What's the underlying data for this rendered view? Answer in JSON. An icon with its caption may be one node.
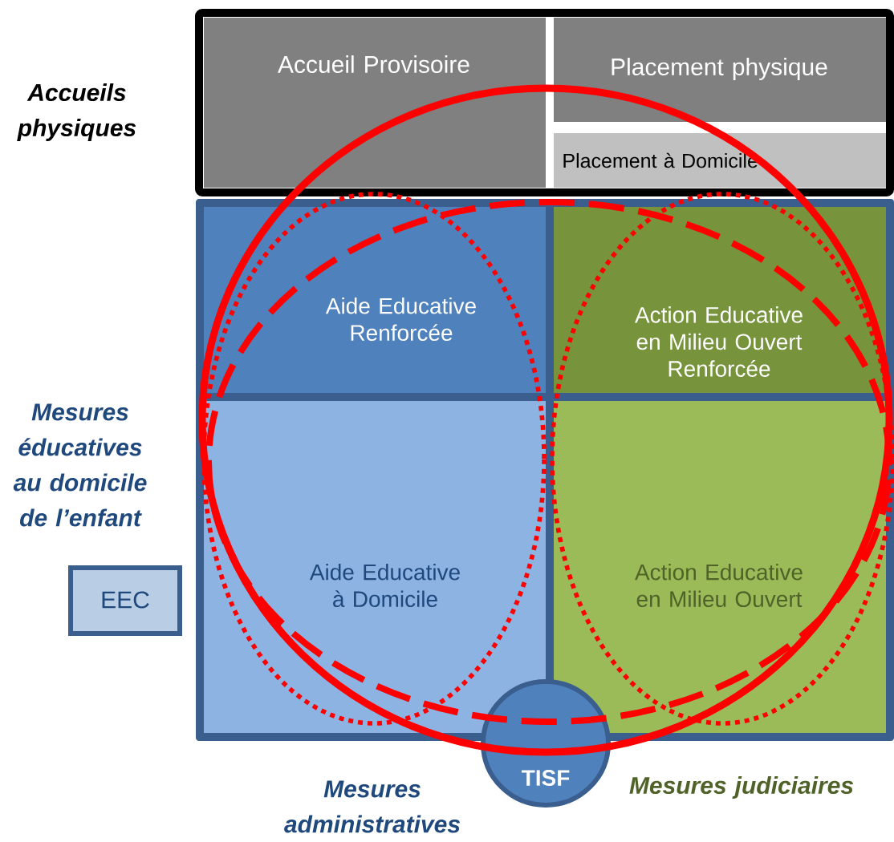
{
  "diagram": {
    "nodes": [
      {
        "text": [
          "Accueil Provisoire"
        ]
      },
      {
        "text": [
          "Placement physique"
        ]
      },
      {
        "text": [
          "Placement à Domicile"
        ]
      },
      {
        "text": [
          "Aide Educative Renforcée"
        ]
      },
      {
        "text": [
          "Action Educative en Milieu Ouvert Renforcée"
        ]
      },
      {
        "text": [
          "Aide Educative à Domicile"
        ]
      },
      {
        "text": [
          "Action Educative en Milieu Ouvert"
        ]
      },
      {
        "text": [
          "TISF"
        ]
      },
      {
        "text": [
          "EEC"
        ]
      }
    ],
    "labels": [
      "Accueils physiques",
      "Mesures éducatives au domicile de l’enfant",
      "Mesures administratives",
      "Mesures judiciaires"
    ]
  }
}
